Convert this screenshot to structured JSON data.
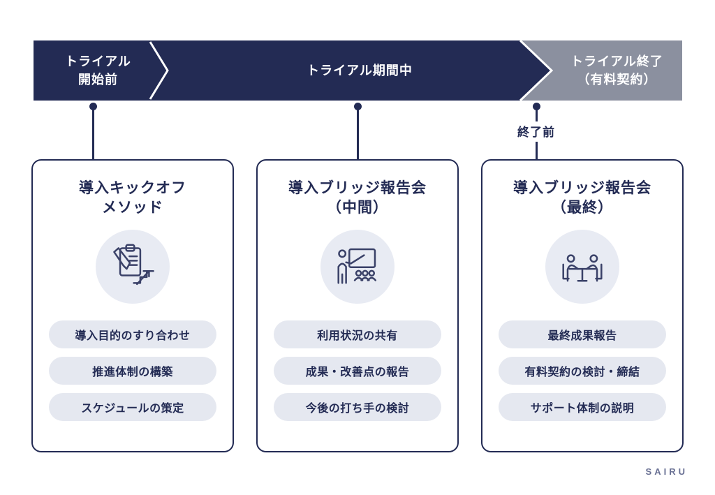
{
  "banner": {
    "phases": [
      {
        "id": "before-trial",
        "label": "トライアル\n開始前",
        "color": "#232b54"
      },
      {
        "id": "during-trial",
        "label": "トライアル期間中",
        "color": "#232b54"
      },
      {
        "id": "trial-end",
        "label": "トライアル終了\n（有料契約）",
        "color": "#8b909f"
      }
    ]
  },
  "connectors": {
    "end_label": "終了前"
  },
  "cards": [
    {
      "title": "導入キックオフ\nメソッド",
      "icon": "clipboard-pencil-stairs-icon",
      "items": [
        "導入目的のすり合わせ",
        "推進体制の構築",
        "スケジュールの策定"
      ]
    },
    {
      "title": "導入ブリッジ報告会\n（中間）",
      "icon": "presentation-board-icon",
      "items": [
        "利用状況の共有",
        "成果・改善点の報告",
        "今後の打ち手の検討"
      ]
    },
    {
      "title": "導入ブリッジ報告会\n（最終）",
      "icon": "meeting-table-icon",
      "items": [
        "最終成果報告",
        "有料契約の検討・締結",
        "サポート体制の説明"
      ]
    }
  ],
  "footer": {
    "logo": "SAIRU"
  },
  "colors": {
    "navy": "#232b54",
    "gray": "#8b909f",
    "pill_bg": "#e5e8f0",
    "icon_circle_bg": "#e8ebf3",
    "icon_stroke": "#3a4168",
    "logo_color": "#6a7194"
  }
}
